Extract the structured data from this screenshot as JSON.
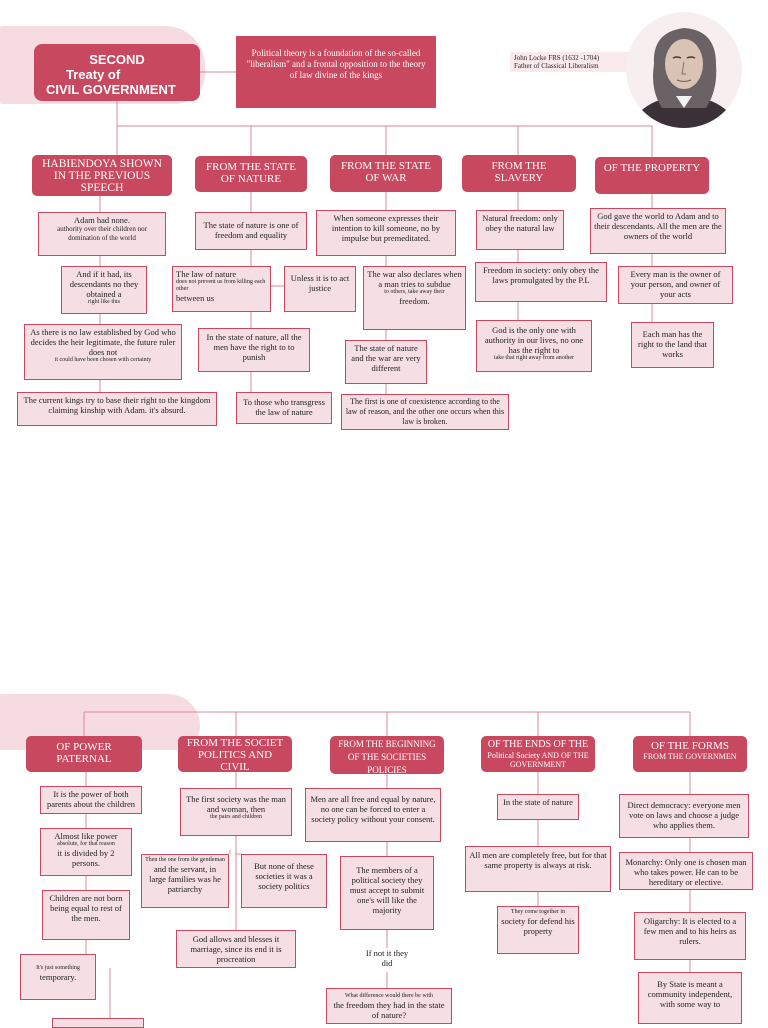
{
  "page1": {
    "title": [
      "SECOND",
      "Treaty of",
      "CIVIL GOVERNMENT"
    ],
    "intro": "Political theory is a foundation of the so-called \"liberalism\" and a frontal opposition to the theory of law divine of the kings",
    "author_caption": [
      "John Locke FRS (1632 -1704)",
      "Father of Classical Liberalism"
    ],
    "portrait_icon": "portrait-drawing",
    "columns": [
      {
        "header": "HABIENDOYA SHOWN IN THE PREVIOUS SPEECH",
        "nodes": [
          {
            "text": "Adam had none.",
            "sub": "authority over their children nor domination of the world"
          },
          {
            "text": "And if it had, its descendants no they obtained a",
            "sub": "right like this"
          },
          {
            "text": "As there is no law established by God who decides the heir legitimate, the future ruler does not",
            "sub": "it could have been chosen with certainty"
          },
          {
            "text": "The current kings try to base their right to the kingdom claiming kinship with Adam. it's absurd."
          }
        ]
      },
      {
        "header": "FROM THE STATE OF NATURE",
        "nodes": [
          {
            "text": "The state of nature is one of freedom and equality"
          },
          {
            "text": "The law of nature",
            "sub": "does not prevent us from killing each other",
            "tail": "between us"
          },
          {
            "text": "Unless it is to act justice"
          },
          {
            "text": "In the state of nature, all the men have the right to to punish"
          },
          {
            "text": "To those who transgress the law of nature"
          }
        ]
      },
      {
        "header": "FROM THE STATE OF WAR",
        "nodes": [
          {
            "text": "When someone expresses their intention to kill someone, no by impulse but premeditated."
          },
          {
            "text": "The war also declares when a man tries to subdue",
            "sub": "to others, take away their",
            "tail": "freedom."
          },
          {
            "text": "The state of nature and the war are very different"
          },
          {
            "text": "The first is one of coexistence according to the law of reason, and the other one occurs when this law is broken."
          }
        ]
      },
      {
        "header": "FROM THE SLAVERY",
        "nodes": [
          {
            "text": "Natural freedom: only obey the natural law"
          },
          {
            "text": "Freedom in society: only obey the laws promulgated by the P.L"
          },
          {
            "text": "God is the only one with authority in our lives, no one has the right to",
            "sub": "take that right away from another"
          }
        ]
      },
      {
        "header": "OF THE PROPERTY",
        "nodes": [
          {
            "text": "God gave the world to Adam and to their descendants. All the men are the owners of the world"
          },
          {
            "text": "Every man is the owner of your person, and owner of your acts"
          },
          {
            "text": "Each man has the right to the land that works"
          }
        ]
      }
    ]
  },
  "page2": {
    "columns": [
      {
        "header": "OF POWER PATERNAL",
        "nodes": [
          {
            "text": "It is the power of both parents about the children"
          },
          {
            "text": "Almost like power",
            "sub": "absolute, for that reason",
            "tail": "it is divided by 2 persons."
          },
          {
            "text": "Children are not born being equal to rest of the men."
          },
          {
            "text": "",
            "sub": "It's just something",
            "tail": "temporary."
          }
        ]
      },
      {
        "header": "FROM THE SOCIET POLITICS AND CIVIL",
        "nodes": [
          {
            "text": "The first society was the man and woman, then",
            "sub": "the pairs and children"
          },
          {
            "text": "",
            "sub": "Then the one from the gentleman",
            "tail": "and the servant, in large families was he patriarchy"
          },
          {
            "text": "But none of these societies it was a society politics"
          },
          {
            "text": "God allows and blesses it marriage, since its end it is procreation"
          }
        ]
      },
      {
        "header": "FROM THE BEGINNING OF THE SOCIETIES POLICIES",
        "nodes": [
          {
            "text": "Men are all free and equal by nature, no one can be forced to enter a society policy without your consent."
          },
          {
            "text": "The members of a political society they must accept to submit one's will like the majority"
          },
          {
            "text": "If not it they did"
          },
          {
            "text": "",
            "sub": "What difference would there be with",
            "tail": "the freedom they had in the state of nature?"
          }
        ]
      },
      {
        "header": "OF THE ENDS OF THE",
        "header_sub": "Political Society AND OF THE GOVERNMENT",
        "nodes": [
          {
            "text": "In the state of nature"
          },
          {
            "text": "All men are completely free, but for that same property is always at risk."
          },
          {
            "text": "",
            "sub": "They come together in",
            "tail": "society for defend his property"
          }
        ]
      },
      {
        "header": "OF THE FORMS",
        "header_sub": "FROM THE GOVERNMEN",
        "nodes": [
          {
            "text": "Direct democracy: everyone men vote on laws and choose a judge who applies them."
          },
          {
            "text": "Monarchy: Only one is chosen man who takes power. He can to be hereditary or elective."
          },
          {
            "text": "Oligarchy: It is elected to a few men and to his heirs as rulers."
          },
          {
            "text": "By State is meant a community independent, with some way to"
          }
        ]
      }
    ]
  }
}
